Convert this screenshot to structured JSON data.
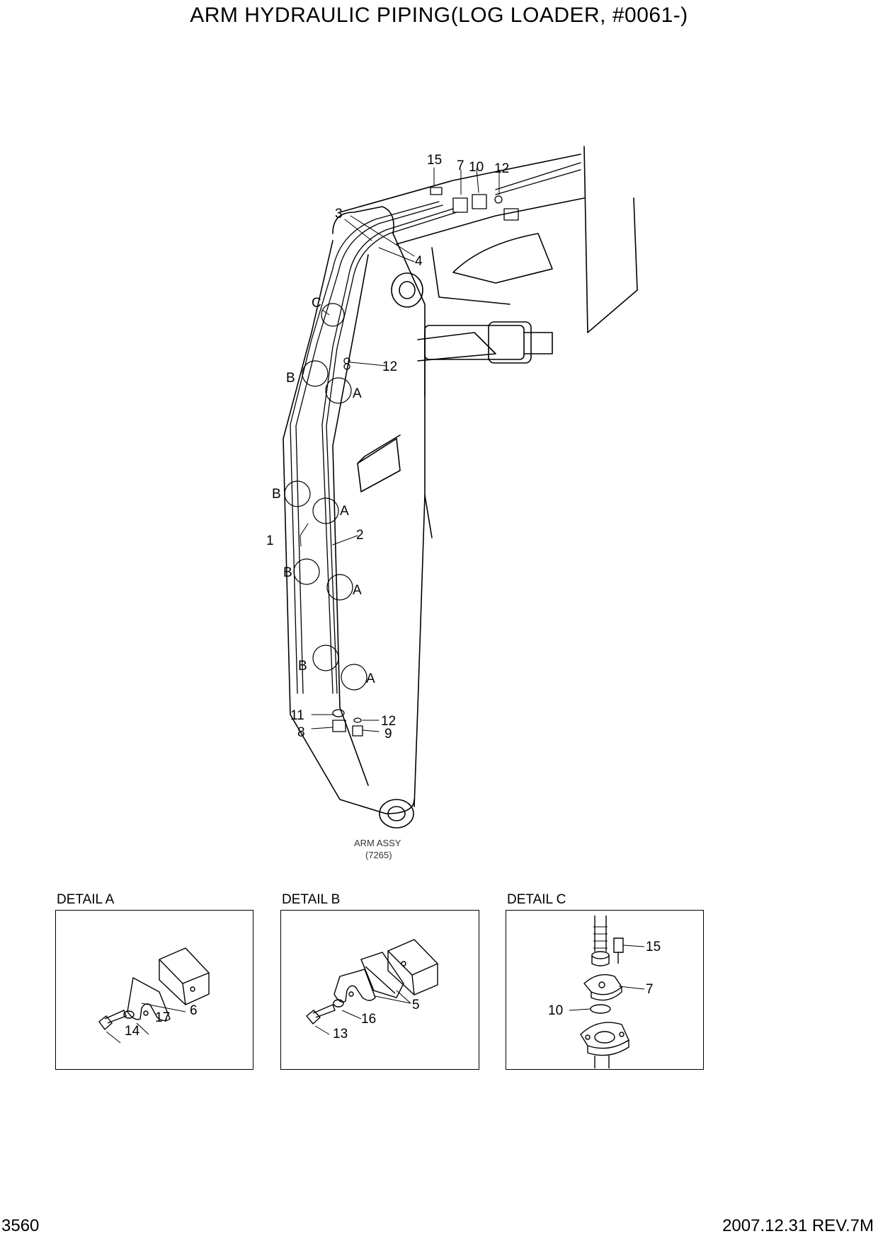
{
  "title": "ARM HYDRAULIC PIPING(LOG LOADER, #0061-)",
  "callouts": {
    "c15": "15",
    "c7": "7",
    "c10": "10",
    "c12a": "12",
    "c3": "3",
    "c4": "4",
    "cC": "C",
    "c12b": "12",
    "cB1": "B",
    "cA1": "A",
    "cB2": "B",
    "cA2": "A",
    "c1": "1",
    "c2": "2",
    "cB3": "B",
    "cA3": "A",
    "cB4": "B",
    "cA4": "A",
    "c11": "11",
    "c8": "8",
    "c12c": "12",
    "c9": "9"
  },
  "arm_assy": {
    "line1": "ARM ASSY",
    "line2": "(7265)"
  },
  "details": [
    {
      "title": "DETAIL A",
      "labels": {
        "a6": "6",
        "a17": "17",
        "a14": "14"
      }
    },
    {
      "title": "DETAIL B",
      "labels": {
        "b5": "5",
        "b16": "16",
        "b13": "13"
      }
    },
    {
      "title": "DETAIL C",
      "labels": {
        "d15": "15",
        "d7": "7",
        "d10": "10"
      }
    }
  ],
  "footer": {
    "page": "3560",
    "revision": "2007.12.31 REV.7M"
  }
}
